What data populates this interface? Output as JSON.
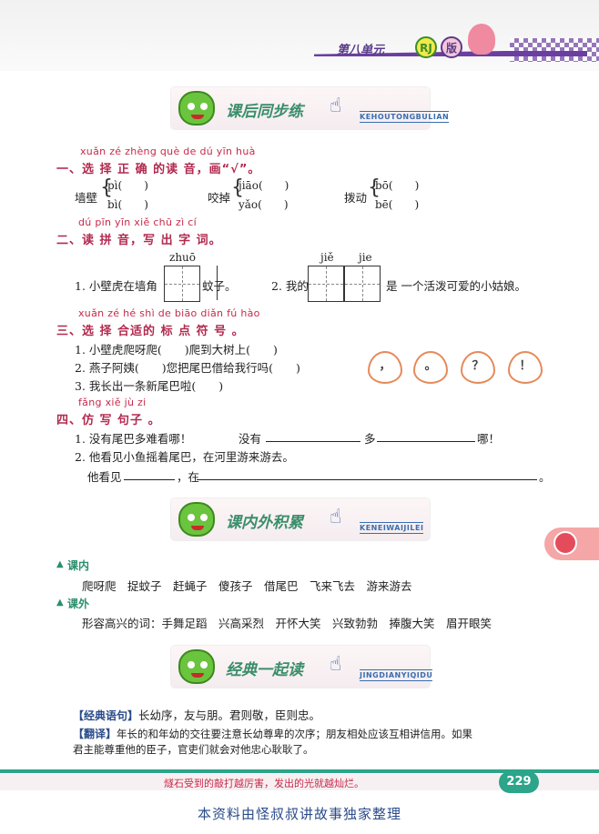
{
  "header": {
    "unit": "第八单元",
    "edition_badge": "RJ",
    "edition_suffix": "版"
  },
  "banner1": {
    "title": "课后同步练",
    "pinyin": "KEHOUTONGBULIAN"
  },
  "q1": {
    "pinyin": "xuǎn zé zhèng què de dú yīn huà",
    "heading": "一、选 择 正 确 的读 音，画“√”。",
    "items": [
      {
        "word": "墙壁",
        "opt1": "pì(　　)",
        "opt2": "bì(　　)"
      },
      {
        "word": "咬掉",
        "opt1": "jiāo(　　)",
        "opt2": "yǎo(　　)"
      },
      {
        "word": "拨动",
        "opt1": "bō(　　)",
        "opt2": "bē(　　)"
      }
    ]
  },
  "q2": {
    "pinyin": "dú pīn yīn xiě chū zì cí",
    "heading": "二、读 拼 音，写 出 字 词。",
    "pin1": "zhuō",
    "pin2a": "jiě",
    "pin2b": "jie",
    "s1_prefix": "1. 小壁虎在墙角",
    "s1_suffix": "蚊子。",
    "s2_prefix": "2. 我的",
    "s2_suffix": "是 一个活泼可爱的小姑娘。"
  },
  "q3": {
    "pinyin": "xuǎn zé hé shì de biāo diǎn fú hào",
    "heading": "三、选 择 合适的 标 点 符 号 。",
    "lines": [
      "1. 小壁虎爬呀爬(　　)爬到大树上(　　)",
      "2. 燕子阿姨(　　)您把尾巴借给我行吗(　　)",
      "3. 我长出一条新尾巴啦(　　)"
    ],
    "marks": [
      "，",
      "。",
      "？",
      "！"
    ]
  },
  "q4": {
    "pinyin": "fǎng xiě jù zi",
    "heading": "四、仿 写 句子 。",
    "l1a": "1. 没有尾巴多难看哪！",
    "l1b": "没有",
    "l1c": "多",
    "l1d": "哪！",
    "l2": "2. 他看见小鱼摇着尾巴，在河里游来游去。",
    "l3a": "他看见",
    "l3b": "，在",
    "l3c": "。"
  },
  "banner2": {
    "title": "课内外积累",
    "pinyin": "KENEIWAIJILEI"
  },
  "accum": {
    "inner_label": "课内",
    "inner_words": "爬呀爬　捉蚊子　赶蝇子　傻孩子　借尾巴　飞来飞去　游来游去",
    "outer_label": "课外",
    "outer_words": "形容高兴的词：手舞足蹈　兴高采烈　开怀大笑　兴致勃勃　捧腹大笑　眉开眼笑"
  },
  "banner3": {
    "title": "经典一起读",
    "pinyin": "JINGDIANYIQIDU"
  },
  "classic": {
    "quote_label": "【经典语句】",
    "quote": "长幼序，友与朋。君则敬，臣则忠。",
    "trans_label": "【翻译】",
    "trans1": "年长的和年幼的交往要注意长幼尊卑的次序；朋友相处应该互相讲信用。如果",
    "trans2": "君主能尊重他的臣子，官吏们就会对他忠心耿耿了。"
  },
  "footer": {
    "motto": "燧石受到的敲打越厉害，发出的光就越灿烂。",
    "page": "229",
    "credit": "本资料由怪叔叔讲故事独家整理"
  },
  "colors": {
    "accent_green": "#2ca58a",
    "heading_red": "#b22a4f",
    "purple": "#6b3fa0"
  }
}
